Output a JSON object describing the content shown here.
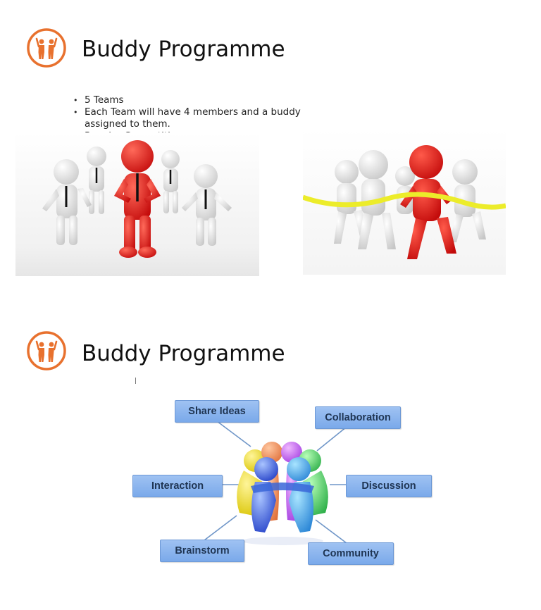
{
  "slides": [
    {
      "title": "Buddy Programme",
      "bullets": [
        "5 Teams",
        "Each Team will have 4 members and a buddy assigned to them.",
        "Regular Competition"
      ]
    },
    {
      "title": "Buddy Programme",
      "diagram": {
        "labels": [
          "Share Ideas",
          "Collaboration",
          "Interaction",
          "Discussion",
          "Brainstorm",
          "Community"
        ]
      }
    }
  ],
  "colors": {
    "accent": "#e8712e",
    "leader": "#e01b1b",
    "box": "#8fb6ee",
    "ribbon": "#ecec2a"
  },
  "icons": [
    "people-high-five-icon"
  ]
}
